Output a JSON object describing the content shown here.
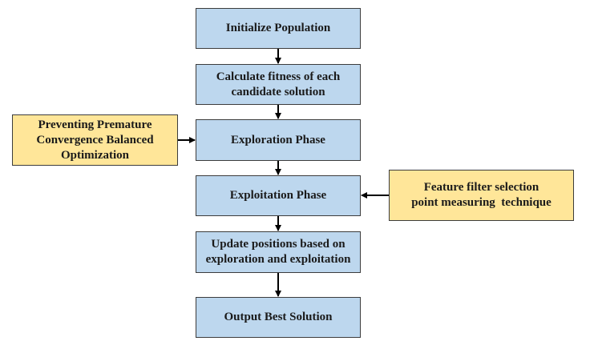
{
  "diagram": {
    "steps": [
      {
        "label": "Initialize Population"
      },
      {
        "label": "Calculate fitness of each candidate solution"
      },
      {
        "label": "Exploration Phase"
      },
      {
        "label": "Exploitation Phase"
      },
      {
        "label": "Update positions based on exploration and exploitation"
      },
      {
        "label": "Output Best Solution"
      }
    ],
    "side_inputs": [
      {
        "label": "Preventing Premature Convergence Balanced Optimization",
        "target": "Exploration Phase"
      },
      {
        "label": "Feature filter selection point measuring  technique",
        "target": "Exploitation Phase"
      }
    ],
    "colors": {
      "step_fill": "#bdd7ee",
      "side_fill": "#ffe699",
      "border": "#3c3c3c",
      "arrow": "#000000"
    }
  }
}
